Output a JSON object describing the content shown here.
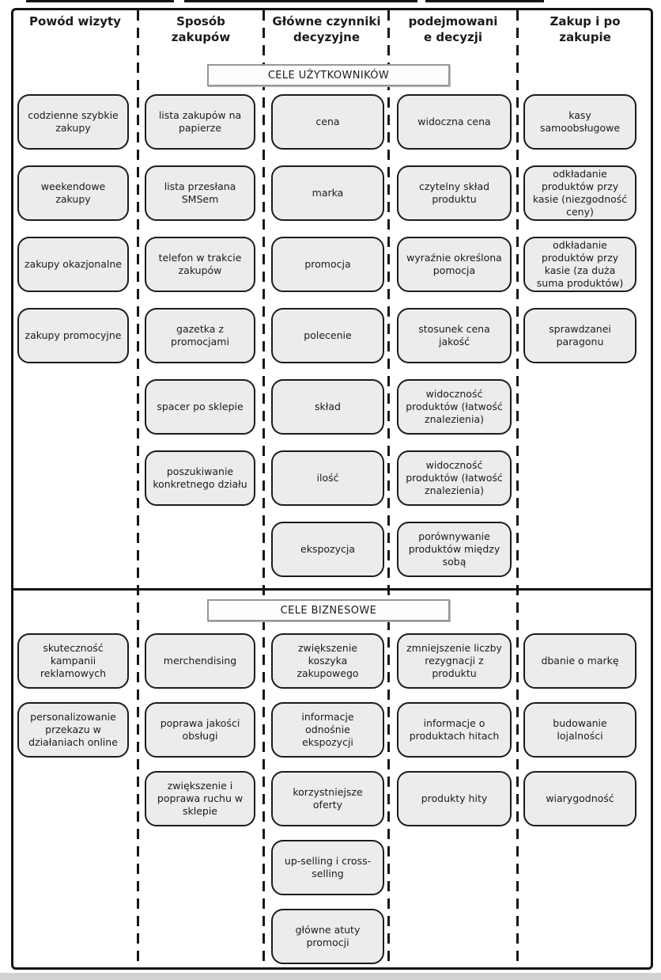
{
  "banners": {
    "user_goals": "CELE UŻYTKOWNIKÓW",
    "business_goals": "CELE BIZNESOWE"
  },
  "colors": {
    "note_fill": "#ececec",
    "note_border": "#1c1c1c",
    "frame_border": "#141414",
    "banner_border": "#979797",
    "bottom_strip": "#d2d2d2"
  },
  "columns": [
    {
      "header": "Powód wizyty",
      "user_goals": [
        "codzienne szybkie zakupy",
        "weekendowe zakupy",
        "zakupy okazjonalne",
        "zakupy promocyjne"
      ],
      "business_goals": [
        "skuteczność kampanii reklamowych",
        "personalizowanie przekazu w działaniach online"
      ]
    },
    {
      "header": "Sposób\nzakupów",
      "user_goals": [
        "lista zakupów na papierze",
        "lista przesłana SMSem",
        "telefon w trakcie zakupów",
        "gazetka z promocjami",
        "spacer po sklepie",
        "poszukiwanie konkretnego działu"
      ],
      "business_goals": [
        "merchendising",
        "poprawa jakości obsługi",
        "zwiększenie i poprawa ruchu w sklepie"
      ]
    },
    {
      "header": "Główne czynniki\ndecyzyjne",
      "user_goals": [
        "cena",
        "marka",
        "promocja",
        "polecenie",
        "skład",
        "ilość",
        "ekspozycja"
      ],
      "business_goals": [
        "zwiększenie koszyka zakupowego",
        "informacje odnośnie ekspozycji",
        "korzystniejsze oferty",
        "up-selling i cross-selling",
        "główne atuty promocji"
      ]
    },
    {
      "header": "podejmowani\ne decyzji",
      "user_goals": [
        "widoczna cena",
        "czytelny skład produktu",
        "wyraźnie określona pomocja",
        "stosunek cena jakość",
        "widoczność produktów (łatwość znalezienia)",
        "widoczność produktów (łatwość znalezienia)",
        "porównywanie produktów między sobą"
      ],
      "business_goals": [
        "zmniejszenie liczby rezygnacji z produktu",
        "informacje o produktach hitach",
        "produkty hity"
      ]
    },
    {
      "header": "Zakup i po\nzakupie",
      "user_goals": [
        "kasy samoobsługowe",
        "odkładanie produktów przy kasie (niezgodność ceny)",
        "odkładanie produktów przy kasie (za duża suma produktów)",
        "sprawdzanei paragonu"
      ],
      "business_goals": [
        "dbanie o markę",
        "budowanie lojalności",
        "wiarygodność"
      ]
    }
  ]
}
